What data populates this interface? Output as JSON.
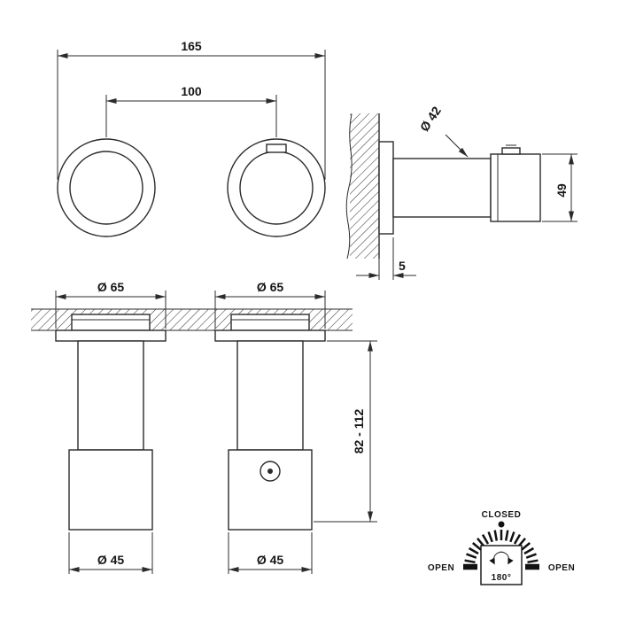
{
  "drawing": {
    "front_view": {
      "overall_width": "165",
      "center_distance": "100"
    },
    "side_view": {
      "body_diameter": "Ø 42",
      "handle_height": "49",
      "plate_thickness": "5"
    },
    "section_view": {
      "rosette_diameter_left": "Ø 65",
      "rosette_diameter_right": "Ø 65",
      "installation_depth": "82 - 112",
      "body_diameter_left": "Ø 45",
      "body_diameter_right": "Ø 45"
    },
    "dial": {
      "closed_label": "CLOSED",
      "open_left_label": "OPEN",
      "open_right_label": "OPEN",
      "angle_label": "180°"
    }
  },
  "colors": {
    "line": "#2b2b2b",
    "background": "#ffffff"
  }
}
